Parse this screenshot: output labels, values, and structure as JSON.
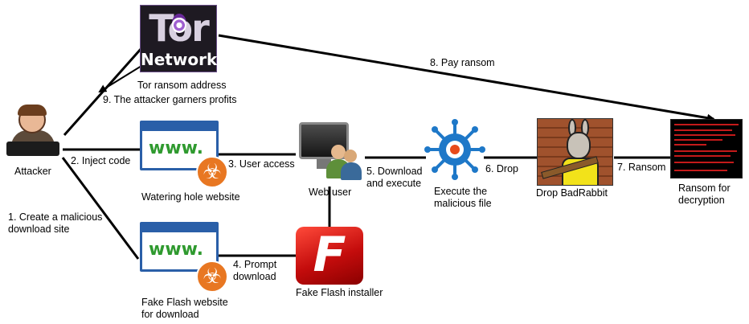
{
  "nodes": {
    "tor": {
      "logo_word": "Tor",
      "logo_sub": "Network",
      "label": "Tor ransom address"
    },
    "attacker": {
      "label": "Attacker"
    },
    "watering_hole": {
      "logo_text": "www.",
      "label": "Watering hole website"
    },
    "web_user": {
      "label": "Web user"
    },
    "execute": {
      "label": "Execute the\nmalicious file"
    },
    "badrabbit": {
      "label": "Drop BadRabbit"
    },
    "ransom": {
      "label": "Ransom for\ndecryption"
    },
    "fake_site": {
      "logo_text": "www.",
      "label": "Fake Flash website\nfor download"
    },
    "flash": {
      "logo_letter": "F",
      "label": "Fake Flash installer"
    }
  },
  "steps": {
    "s1": "1. Create a malicious\ndownload site",
    "s2": "2. Inject code",
    "s3": "3. User access",
    "s4": "4. Prompt\ndownload",
    "s5": "5. Download\nand execute",
    "s6": "6. Drop",
    "s7": "7. Ransom",
    "s8": "8. Pay ransom",
    "s9": "9. The attacker garners profits"
  },
  "colors": {
    "line": "#000000",
    "browser_blue": "#2a5fa8",
    "www_green": "#2f9a2f",
    "hazard_orange": "#e87722",
    "virus_blue": "#1e78c8",
    "flash_red": "#d41010",
    "ransom_red": "#c41a1a"
  }
}
